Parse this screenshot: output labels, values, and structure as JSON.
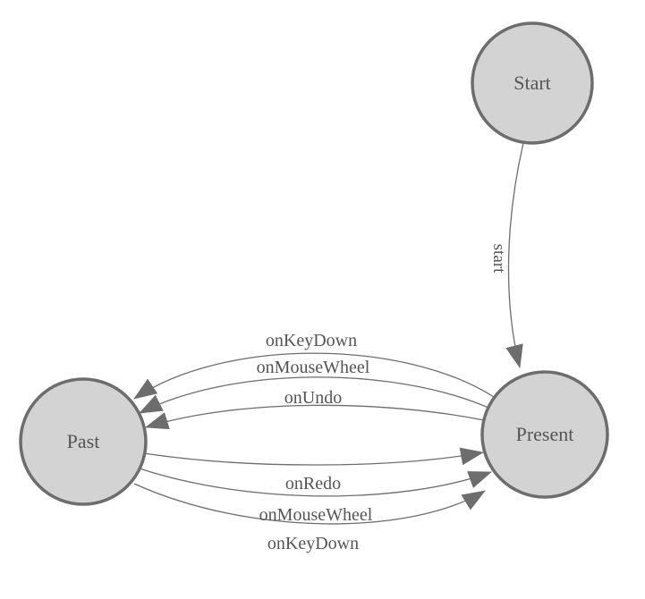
{
  "diagram": {
    "type": "state-machine",
    "colors": {
      "node-fill": "#d3d3d3",
      "node-stroke": "#6d6d6d",
      "edge-stroke": "#6d6d6d",
      "arrow-fill": "#6d6d6d",
      "text": "#555555",
      "background": "#ffffff"
    },
    "nodes": [
      {
        "id": "start",
        "label": "Start"
      },
      {
        "id": "past",
        "label": "Past"
      },
      {
        "id": "present",
        "label": "Present"
      }
    ],
    "edges": [
      {
        "from": "Start",
        "to": "Present",
        "label": "start"
      },
      {
        "from": "Present",
        "to": "Past",
        "label": "onKeyDown"
      },
      {
        "from": "Present",
        "to": "Past",
        "label": "onMouseWheel"
      },
      {
        "from": "Present",
        "to": "Past",
        "label": "onUndo"
      },
      {
        "from": "Past",
        "to": "Present",
        "label": "onRedo"
      },
      {
        "from": "Past",
        "to": "Present",
        "label": "onMouseWheel"
      },
      {
        "from": "Past",
        "to": "Present",
        "label": "onKeyDown"
      }
    ]
  }
}
